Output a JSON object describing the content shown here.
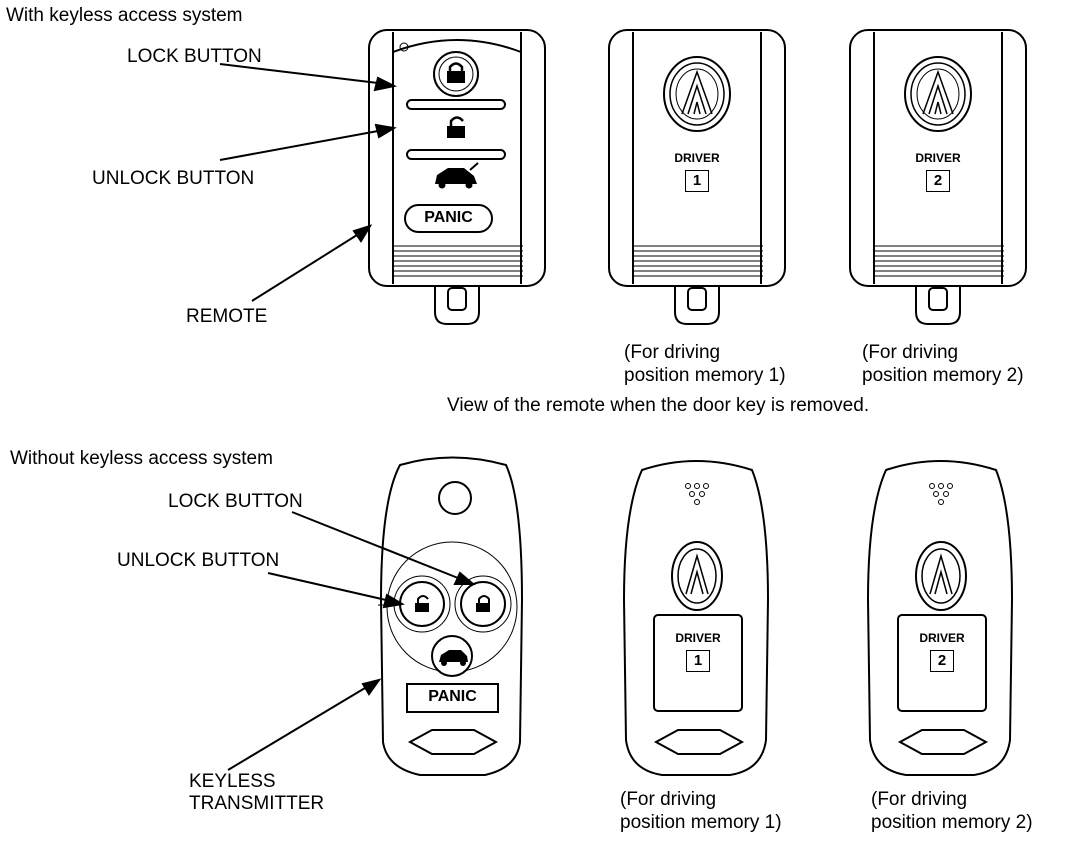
{
  "sections": [
    {
      "heading": "With keyless access system",
      "labels": {
        "lock": "LOCK BUTTON",
        "unlock": "UNLOCK BUTTON",
        "device": "REMOTE"
      },
      "buttons": {
        "panic": "PANIC"
      },
      "memory_remotes": [
        {
          "tag": "DRIVER",
          "number": "1",
          "caption_line1": "(For driving",
          "caption_line2": "position memory 1)"
        },
        {
          "tag": "DRIVER",
          "number": "2",
          "caption_line1": "(For driving",
          "caption_line2": "position memory 2)"
        }
      ],
      "note": "View of the remote when the door key is removed."
    },
    {
      "heading": "Without keyless access system",
      "labels": {
        "lock": "LOCK BUTTON",
        "unlock": "UNLOCK BUTTON",
        "device_line1": "KEYLESS",
        "device_line2": "TRANSMITTER"
      },
      "buttons": {
        "panic": "PANIC"
      },
      "memory_remotes": [
        {
          "tag": "DRIVER",
          "number": "1",
          "caption_line1": "(For driving",
          "caption_line2": "position memory 1)"
        },
        {
          "tag": "DRIVER",
          "number": "2",
          "caption_line1": "(For driving",
          "caption_line2": "position memory 2)"
        }
      ]
    }
  ],
  "icons": [
    "lock-icon",
    "unlock-icon",
    "vehicle-icon",
    "acura-logo-icon",
    "key-ring-icon"
  ]
}
